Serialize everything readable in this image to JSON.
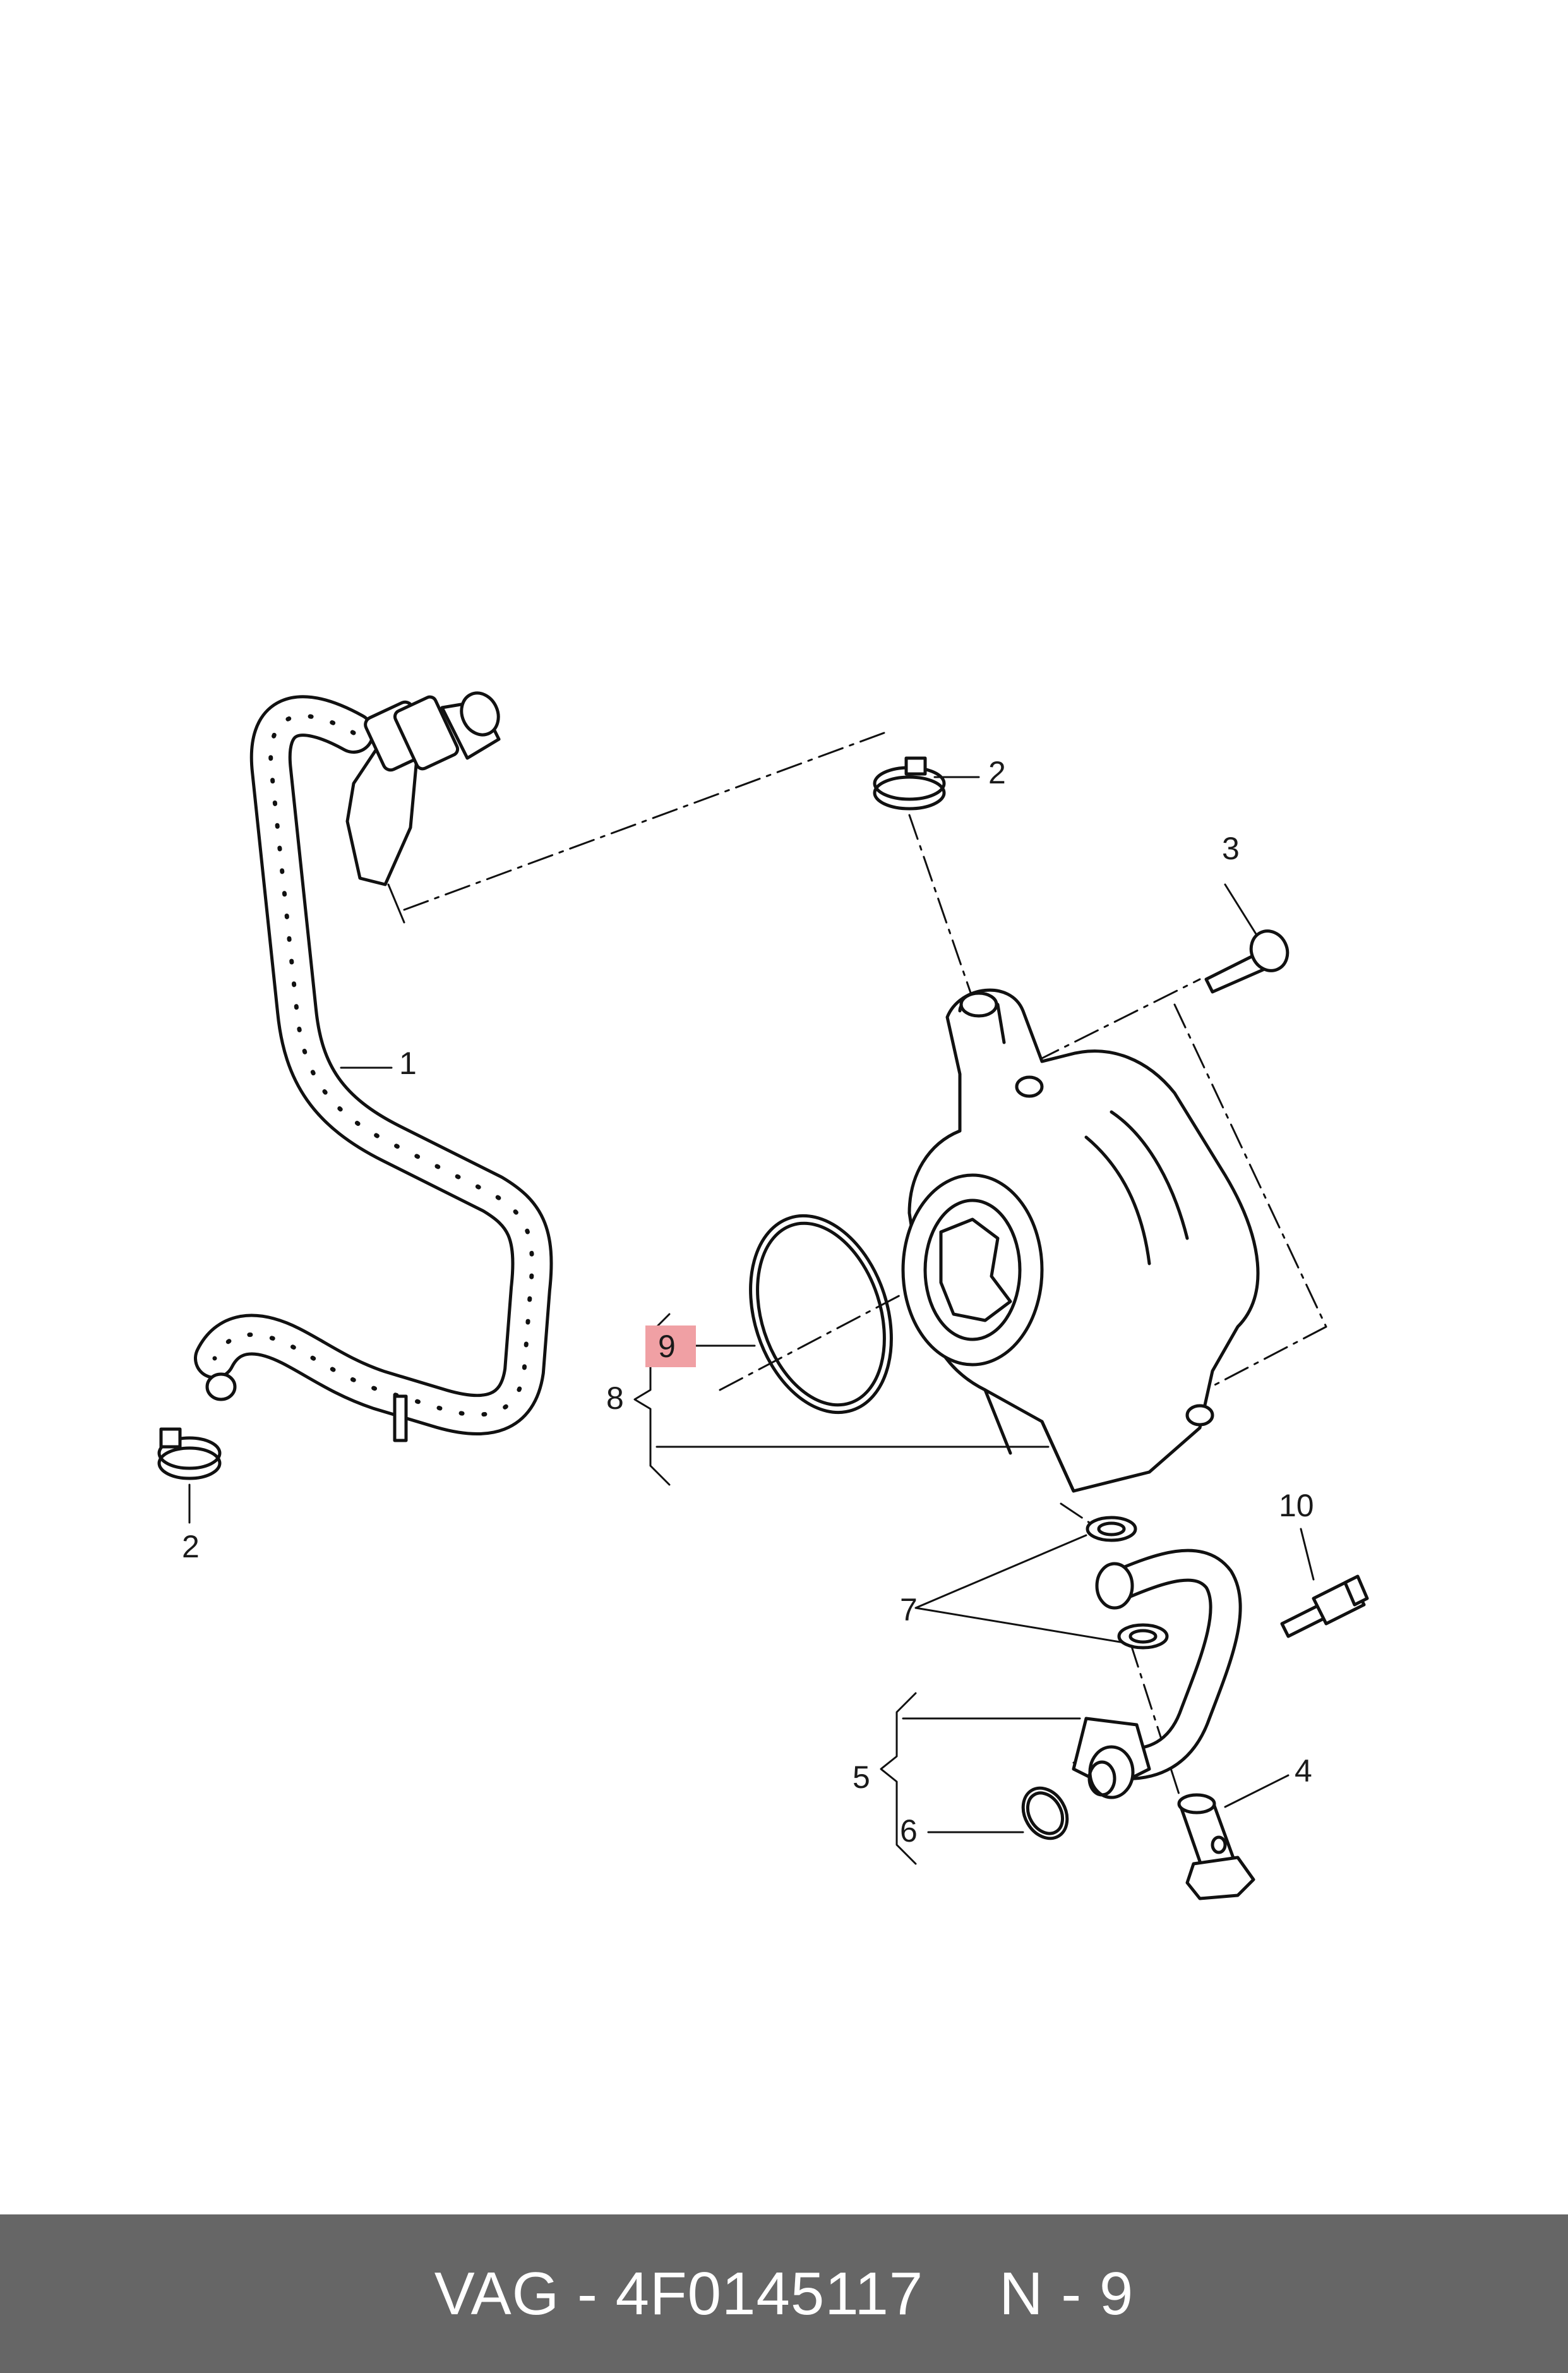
{
  "diagram": {
    "callouts": {
      "c1": "1",
      "c2_top": "2",
      "c2_bottom": "2",
      "c3": "3",
      "c4": "4",
      "c5": "5",
      "c6": "6",
      "c7": "7",
      "c8": "8",
      "c9": "9",
      "c10": "10"
    },
    "highlight_color": "#f0a0a4"
  },
  "footer": {
    "part_ref": "VAG - 4F0145117",
    "position_ref": "N - 9",
    "background": "#666666"
  }
}
